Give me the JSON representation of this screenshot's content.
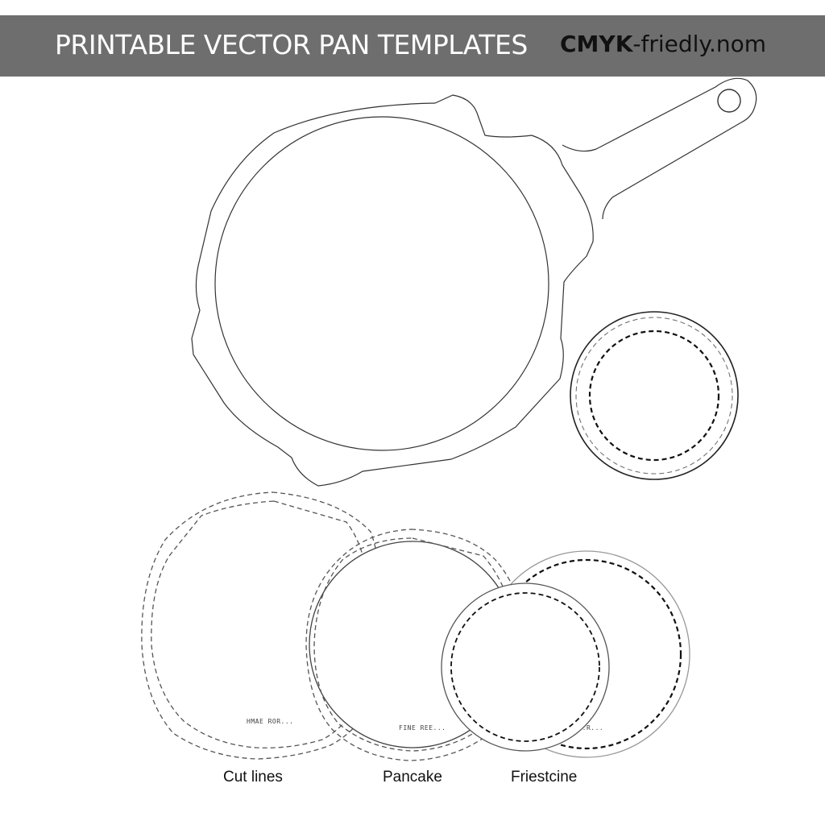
{
  "banner": {
    "title": "PRINTABLE VECTOR PAN TEMPLATES",
    "brand_bold": "CMYK",
    "brand_rest": "-friedly.nom",
    "background": "#6e6e6e"
  },
  "labels": {
    "template_1_tag": "HMAE ROR...",
    "template_2_tag": "FINE REE...",
    "template_3_tag": "...R..."
  },
  "captions": {
    "cut_lines": "Cut lines",
    "pancake": "Pancake",
    "friestcine": "Friestcine"
  },
  "colors": {
    "outline": "#333333",
    "dashed": "#111111",
    "light_outline": "#999999"
  }
}
